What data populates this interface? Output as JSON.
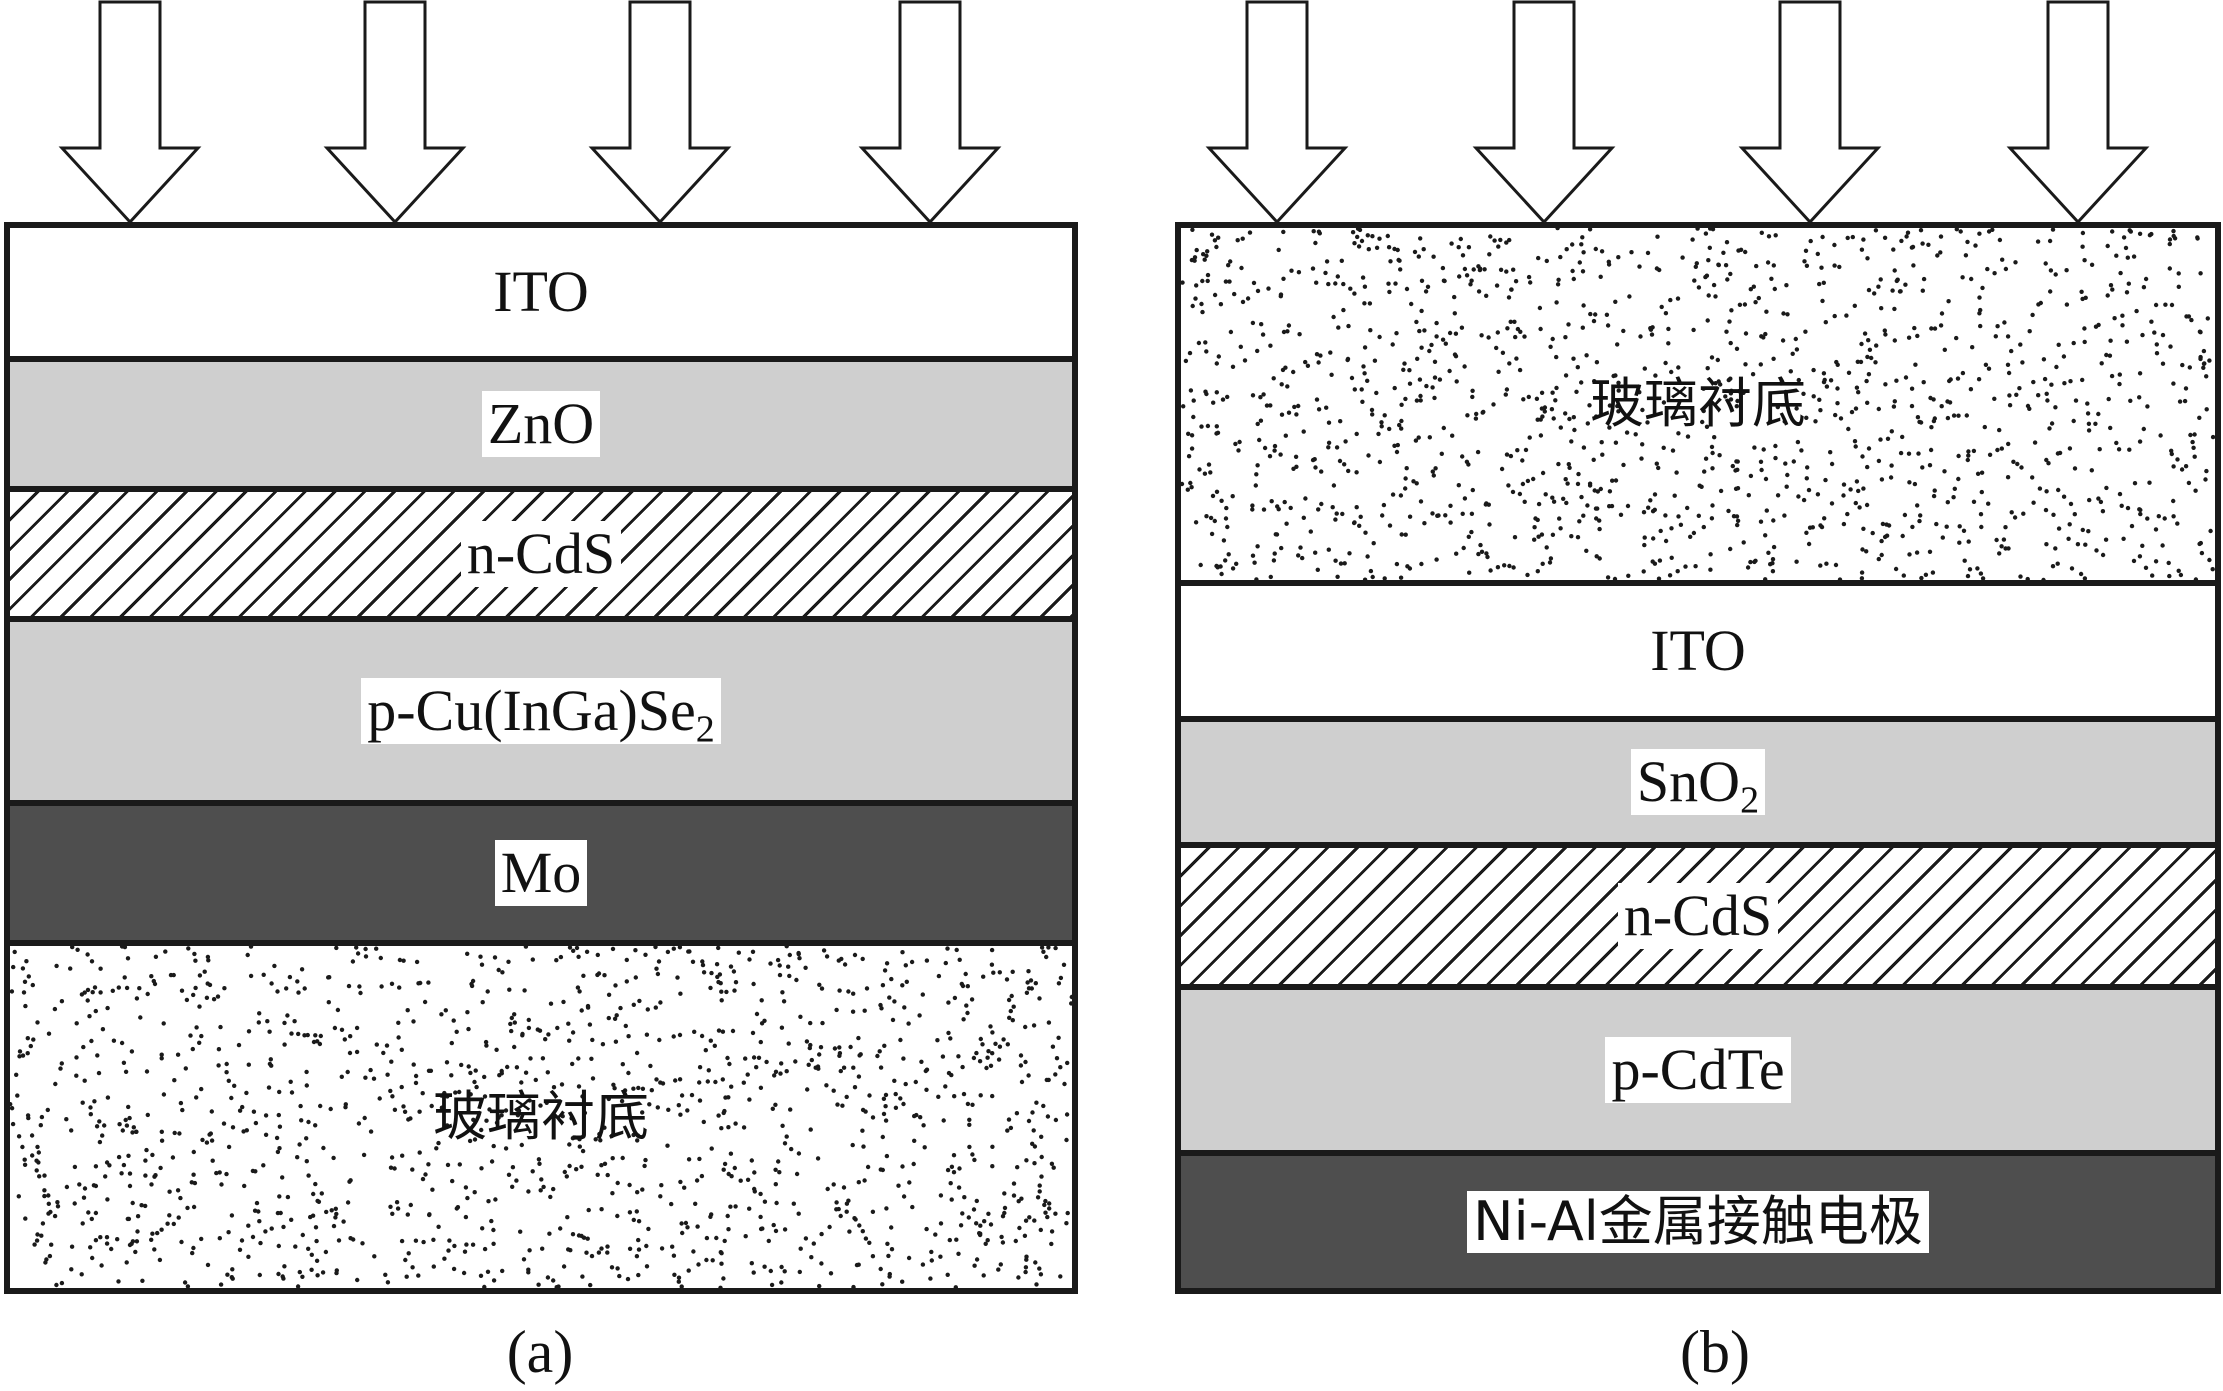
{
  "panel_a": {
    "caption": "(a)",
    "layers": {
      "ito": "ITO",
      "zno": "ZnO",
      "cds": "n-CdS",
      "cigs_main": "p-Cu(InGa)Se",
      "cigs_sub": "2",
      "mo": "Mo",
      "glass": "玻璃衬底"
    }
  },
  "panel_b": {
    "caption": "(b)",
    "layers": {
      "glass": "玻璃衬底",
      "ito": "ITO",
      "sno2_main": "SnO",
      "sno2_sub": "2",
      "cds": "n-CdS",
      "cdte": "p-CdTe",
      "contact": "Ni-Al金属接触电极"
    }
  },
  "colors": {
    "border": "#1a1a1a",
    "gray_layer": "#cfcfcf",
    "dark_layer": "#4e4e4e",
    "white": "#ffffff"
  },
  "icons": {
    "incident_light": "down-arrow-icon"
  }
}
